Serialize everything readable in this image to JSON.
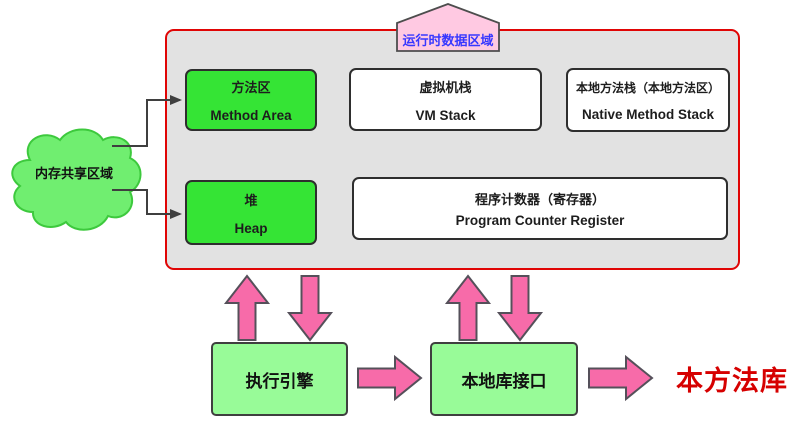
{
  "banner": {
    "label": "运行时数据区域"
  },
  "runtime_area": {
    "boxes": [
      {
        "zh": "方法区",
        "en": "Method Area"
      },
      {
        "zh": "虚拟机栈",
        "en": "VM Stack"
      },
      {
        "zh": "本地方法栈（本地方法区）",
        "en": "Native Method Stack"
      },
      {
        "zh": "堆",
        "en": "Heap"
      },
      {
        "zh": "程序计数器（寄存器）",
        "en": "Program Counter Register"
      }
    ]
  },
  "cloud": {
    "label": "内存共享区域"
  },
  "bottom": {
    "exec_engine_label": "执行引擎",
    "native_interface_label": "本地库接口",
    "native_library_label": "本方法库"
  },
  "colors": {
    "bright_green": "#35E435",
    "pale_green": "#98FB98",
    "cloud_green": "#70EE70",
    "pink_arrow": "#F76BA9",
    "banner_pink": "#FFC9E2",
    "banner_text_blue": "#3838FF",
    "outer_border_red": "#E00505",
    "native_library_red": "#D60000",
    "panel_gray": "#E2E2E2"
  }
}
